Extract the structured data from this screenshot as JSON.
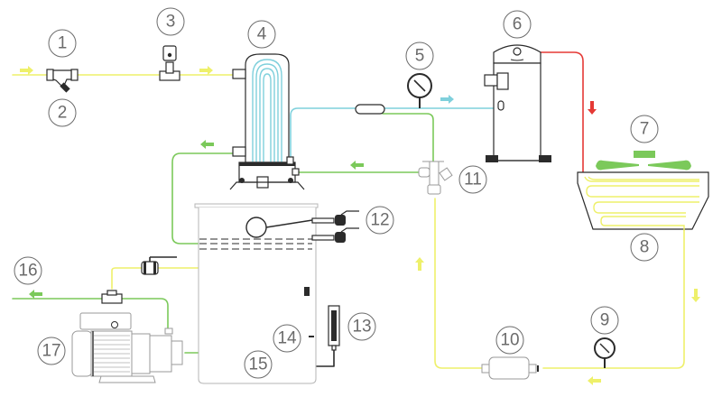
{
  "diagram": {
    "type": "refrigeration-chiller-schematic",
    "colors": {
      "water_in": "#eef06a",
      "water_out": "#7bc95a",
      "refrigerant_suction": "#7fd0dc",
      "refrigerant_discharge": "#e53935",
      "refrigerant_liquid": "#eef06a",
      "arrow_yellow": "#eef06a",
      "arrow_green": "#7bc95a",
      "arrow_cyan": "#7fd0dc",
      "arrow_red": "#e53935",
      "outline": "#2b2b2b",
      "label": "#6b6b6b"
    },
    "callouts": [
      {
        "id": "1",
        "label": "1",
        "component": "strainer-inlet"
      },
      {
        "id": "2",
        "label": "2",
        "component": "y-strainer"
      },
      {
        "id": "3",
        "label": "3",
        "component": "flow-switch"
      },
      {
        "id": "4",
        "label": "4",
        "component": "shell-and-tube-evaporator"
      },
      {
        "id": "5",
        "label": "5",
        "component": "low-pressure-gauge"
      },
      {
        "id": "6",
        "label": "6",
        "component": "scroll-compressor"
      },
      {
        "id": "7",
        "label": "7",
        "component": "condenser-fan"
      },
      {
        "id": "8",
        "label": "8",
        "component": "air-cooled-condenser"
      },
      {
        "id": "9",
        "label": "9",
        "component": "high-pressure-gauge"
      },
      {
        "id": "10",
        "label": "10",
        "component": "filter-drier"
      },
      {
        "id": "11",
        "label": "11",
        "component": "expansion-valve"
      },
      {
        "id": "12",
        "label": "12",
        "component": "float-valve"
      },
      {
        "id": "13",
        "label": "13",
        "component": "level-gauge"
      },
      {
        "id": "14",
        "label": "14",
        "component": "temperature-sensor"
      },
      {
        "id": "15",
        "label": "15",
        "component": "water-tank"
      },
      {
        "id": "16",
        "label": "16",
        "component": "water-outlet"
      },
      {
        "id": "17",
        "label": "17",
        "component": "circulation-pump"
      }
    ]
  }
}
